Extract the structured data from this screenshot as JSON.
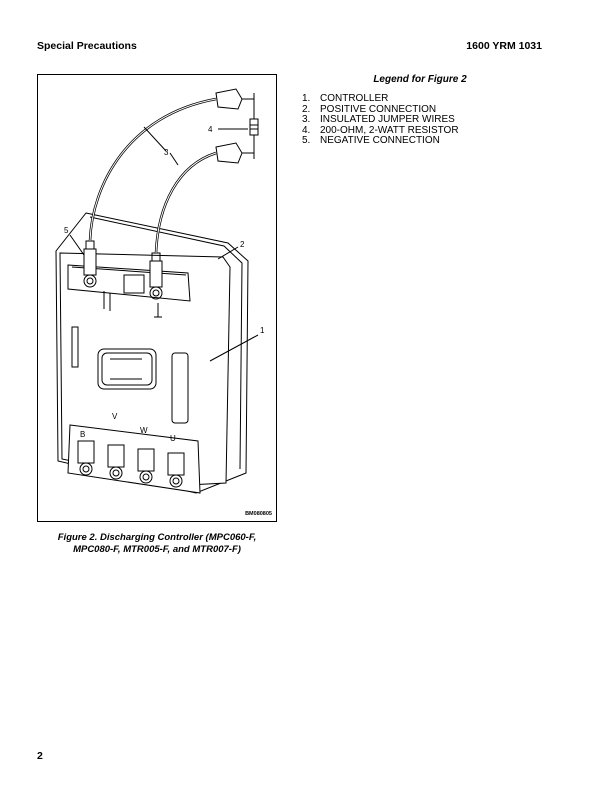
{
  "header": {
    "left": "Special Precautions",
    "right": "1600 YRM 1031"
  },
  "figure": {
    "code": "BM080805",
    "callouts": [
      "1",
      "2",
      "3",
      "4",
      "5"
    ],
    "terminal_labels": [
      "B",
      "V",
      "W",
      "U"
    ],
    "caption_line1": "Figure 2.  Discharging Controller (MPC060-F,",
    "caption_line2": "MPC080-F, MTR005-F, and MTR007-F)"
  },
  "legend": {
    "title": "Legend for Figure 2",
    "items": [
      {
        "num": "1.",
        "text": "CONTROLLER"
      },
      {
        "num": "2.",
        "text": "POSITIVE CONNECTION"
      },
      {
        "num": "3.",
        "text": "INSULATED JUMPER WIRES"
      },
      {
        "num": "4.",
        "text": "200-OHM, 2-WATT RESISTOR"
      },
      {
        "num": "5.",
        "text": "NEGATIVE CONNECTION"
      }
    ]
  },
  "footer": {
    "page_number": "2"
  }
}
